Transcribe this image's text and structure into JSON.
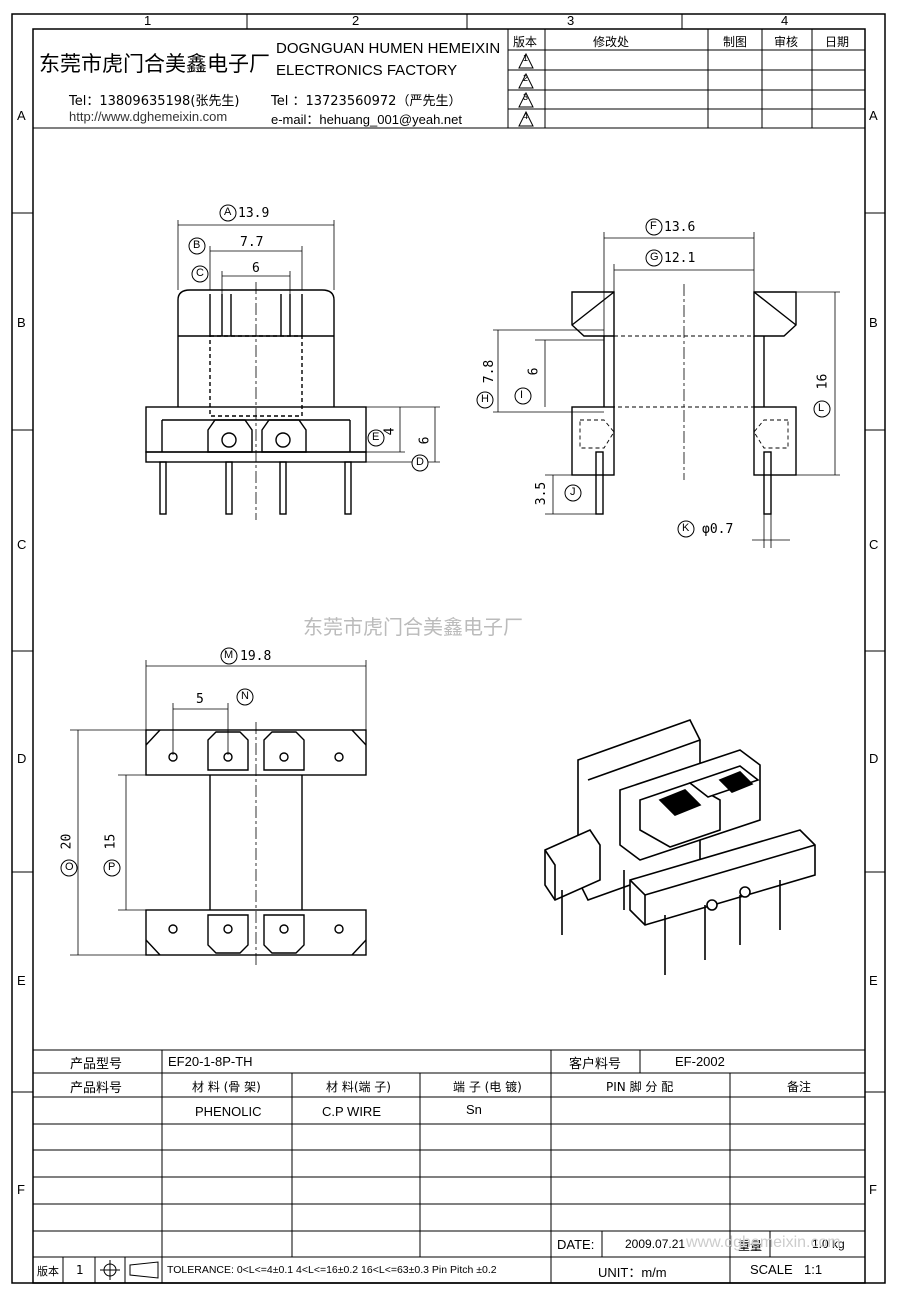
{
  "border": {
    "col_labels": [
      "1",
      "2",
      "3",
      "4"
    ],
    "row_labels": [
      "A",
      "B",
      "C",
      "D",
      "E",
      "F"
    ]
  },
  "company": {
    "name_cn": "东莞市虎门合美鑫电子厂",
    "name_en_1": "DOGNGUAN HUMEN HEMEIXIN",
    "name_en_2": "ELECTRONICS FACTORY",
    "tel1": "Tel：13809635198(张先生)",
    "tel2": "Tel ：13723560972（严先生）",
    "website": "http://www.dghemeixin.com",
    "email": "e-mail：hehuang_001@yeah.net"
  },
  "revision_table": {
    "headers": [
      "版本",
      "修改处",
      "制图",
      "审核",
      "日期"
    ],
    "rows": [
      "1",
      "2",
      "3",
      "4"
    ]
  },
  "watermark": "东莞市虎门合美鑫电子厂",
  "dimensions": {
    "A": "13.9",
    "B": "7.7",
    "C": "6",
    "E": "4",
    "D": "6",
    "F": "13.6",
    "G": "12.1",
    "H": "7.8",
    "I": "6",
    "L": "16",
    "J": "3.5",
    "K": "φ0.7",
    "M": "19.8",
    "N_val": "5",
    "O": "20",
    "P": "15"
  },
  "dimension_letters": [
    "A",
    "B",
    "C",
    "D",
    "E",
    "F",
    "G",
    "H",
    "I",
    "J",
    "K",
    "L",
    "M",
    "N",
    "O",
    "P"
  ],
  "info_table": {
    "product_model_label": "产品型号",
    "product_model": "EF20-1-8P-TH",
    "customer_part_label": "客户料号",
    "customer_part": "EF-2002",
    "product_part_label": "产品料号",
    "material_bobbin_label": "材 料 (骨 架)",
    "material_pin_label": "材 料(端 子)",
    "terminal_plating_label": "端 子 (电 镀)",
    "pin_assign_label": "PIN 脚 分 配",
    "remarks_label": "备注",
    "material_bobbin": "PHENOLIC",
    "material_pin": "C.P WIRE",
    "terminal_plating": "Sn",
    "date_label": "DATE:",
    "date": "2009.07.21",
    "weight_label": "重量",
    "weight": "1.0 kg",
    "unit": "UNIT：m/m",
    "scale_label": "SCALE",
    "scale": "1:1",
    "version_label": "版本",
    "version": "1",
    "tolerance": "TOLERANCE:  0<L<=4±0.1  4<L<=16±0.2  16<L<=63±0.3  Pin Pitch  ±0.2",
    "watermark_url": "www.dghemeixin.com"
  }
}
